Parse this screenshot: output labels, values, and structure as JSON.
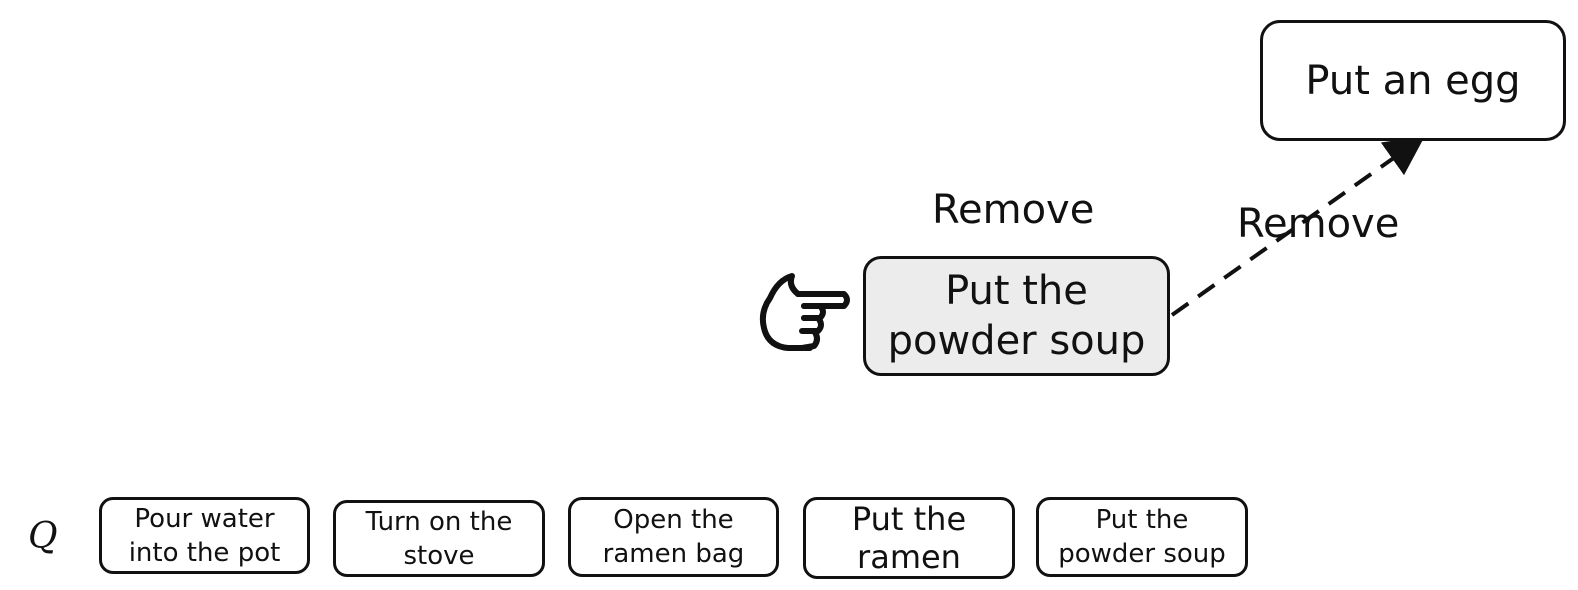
{
  "diagram": {
    "nodes": {
      "egg": {
        "label": "Put an egg"
      },
      "powder_soup": {
        "label": "Put the\npowder soup"
      }
    },
    "edge_labels": [
      "Remove",
      "Remove"
    ],
    "pointer_icon": "hand-pointing-right-icon",
    "active_fill": "#ececec",
    "stroke_color": "#111111"
  },
  "queue": {
    "symbol": "Q",
    "items": [
      "Pour water\ninto the pot",
      "Turn on the\nstove",
      "Open the\nramen bag",
      "Put the\nramen",
      "Put the\npowder soup"
    ]
  }
}
